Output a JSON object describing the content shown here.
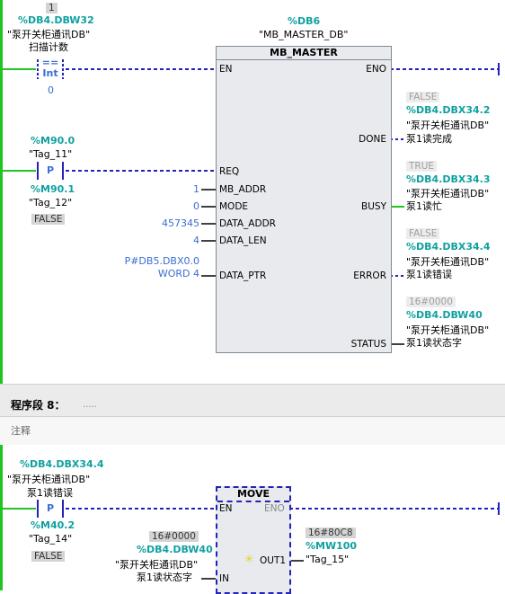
{
  "network7": {
    "compare": {
      "value": "1",
      "address": "%DB4.DBW32",
      "db": "\"泵开关柜通讯DB\"",
      "tag": "扫描计数",
      "op": "==",
      "type": "Int",
      "operand2": "0"
    },
    "instance": {
      "address": "%DB6",
      "name": "\"MB_MASTER_DB\""
    },
    "block": {
      "title": "MB_MASTER",
      "in_pins": [
        "EN",
        "REQ",
        "MB_ADDR",
        "MODE",
        "DATA_ADDR",
        "DATA_LEN",
        "DATA_PTR"
      ],
      "out_pins": [
        "ENO",
        "DONE",
        "BUSY",
        "ERROR",
        "STATUS"
      ]
    },
    "req_contact": {
      "address": "%M90.0",
      "tag": "\"Tag_11\"",
      "type": "P",
      "edge_address": "%M90.1",
      "edge_tag": "\"Tag_12\"",
      "edge_value": "FALSE"
    },
    "inputs": {
      "mb_addr": "1",
      "mode": "0",
      "data_addr": "457345",
      "data_len": "4",
      "data_ptr_1": "P#DB5.DBX0.0",
      "data_ptr_2": "WORD 4"
    },
    "outputs": {
      "done": {
        "value": "FALSE",
        "address": "%DB4.DBX34.2",
        "db": "\"泵开关柜通讯DB\"",
        "tag": "泵1读完成"
      },
      "busy": {
        "value": "TRUE",
        "address": "%DB4.DBX34.3",
        "db": "\"泵开关柜通讯DB\"",
        "tag": "泵1读忙"
      },
      "error": {
        "value": "FALSE",
        "address": "%DB4.DBX34.4",
        "db": "\"泵开关柜通讯DB\"",
        "tag": "泵1读错误"
      },
      "status": {
        "value": "16#0000",
        "address": "%DB4.DBW40",
        "db": "\"泵开关柜通讯DB\"",
        "tag": "泵1读状态字"
      }
    }
  },
  "segment8": {
    "title": "程序段 8：",
    "comment_placeholder": ".....",
    "comment_label": "注释",
    "contact": {
      "address": "%DB4.DBX34.4",
      "db": "\"泵开关柜通讯DB\"",
      "tag": "泵1读错误",
      "type": "P",
      "edge_address": "%M40.2",
      "edge_tag": "\"Tag_14\"",
      "edge_value": "FALSE"
    },
    "move": {
      "title": "MOVE",
      "en": "EN",
      "eno": "ENO",
      "in": "IN",
      "out": "OUT1",
      "in_value": "16#0000",
      "in_address": "%DB4.DBW40",
      "in_db": "\"泵开关柜通讯DB\"",
      "in_tag": "泵1读状态字",
      "out_value": "16#80C8",
      "out_address": "%MW100",
      "out_tag": "\"Tag_15\""
    }
  },
  "colors": {
    "rail": "#21c521",
    "wire": "#2323b8",
    "address": "#10a0a0",
    "constant": "#3b6ed2"
  }
}
